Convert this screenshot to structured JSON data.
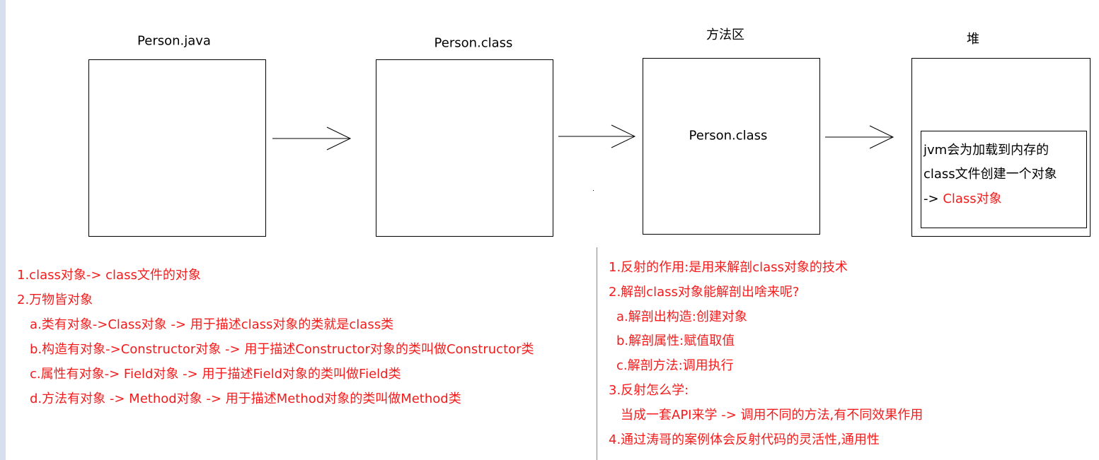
{
  "stages": {
    "source": {
      "title": "Person.java"
    },
    "bytecode": {
      "title": "Person.class"
    },
    "method_area": {
      "title": "方法区",
      "content": "Person.class"
    },
    "heap": {
      "title": "堆",
      "note_line1": "jvm会为加载到内存的",
      "note_line2": "class文件创建一个对象",
      "note_arrow": "->",
      "note_highlight": "Class对象"
    }
  },
  "left_notes": [
    "1.class对象-> class文件的对象",
    "2.万物皆对象",
    "a.类有对象->Class对象 -> 用于描述class对象的类就是class类",
    "b.构造有对象->Constructor对象 -> 用于描述Constructor对象的类叫做Constructor类",
    "c.属性有对象-> Field对象 -> 用于描述Field对象的类叫做Field类",
    "d.方法有对象 -> Method对象 -> 用于描述Method对象的类叫做Method类"
  ],
  "right_notes": [
    "1.反射的作用:是用来解剖class对象的技术",
    "2.解剖class对象能解剖出啥来呢?",
    "a.解剖出构造:创建对象",
    "b.解剖属性:赋值取值",
    "c.解剖方法:调用执行",
    "3.反射怎么学:",
    "当成一套API来学 -> 调用不同的方法,有不同效果作用",
    "4.通过涛哥的案例体会反射代码的灵活性,通用性"
  ],
  "colors": {
    "note": "#f21c1c",
    "line": "#000000"
  }
}
